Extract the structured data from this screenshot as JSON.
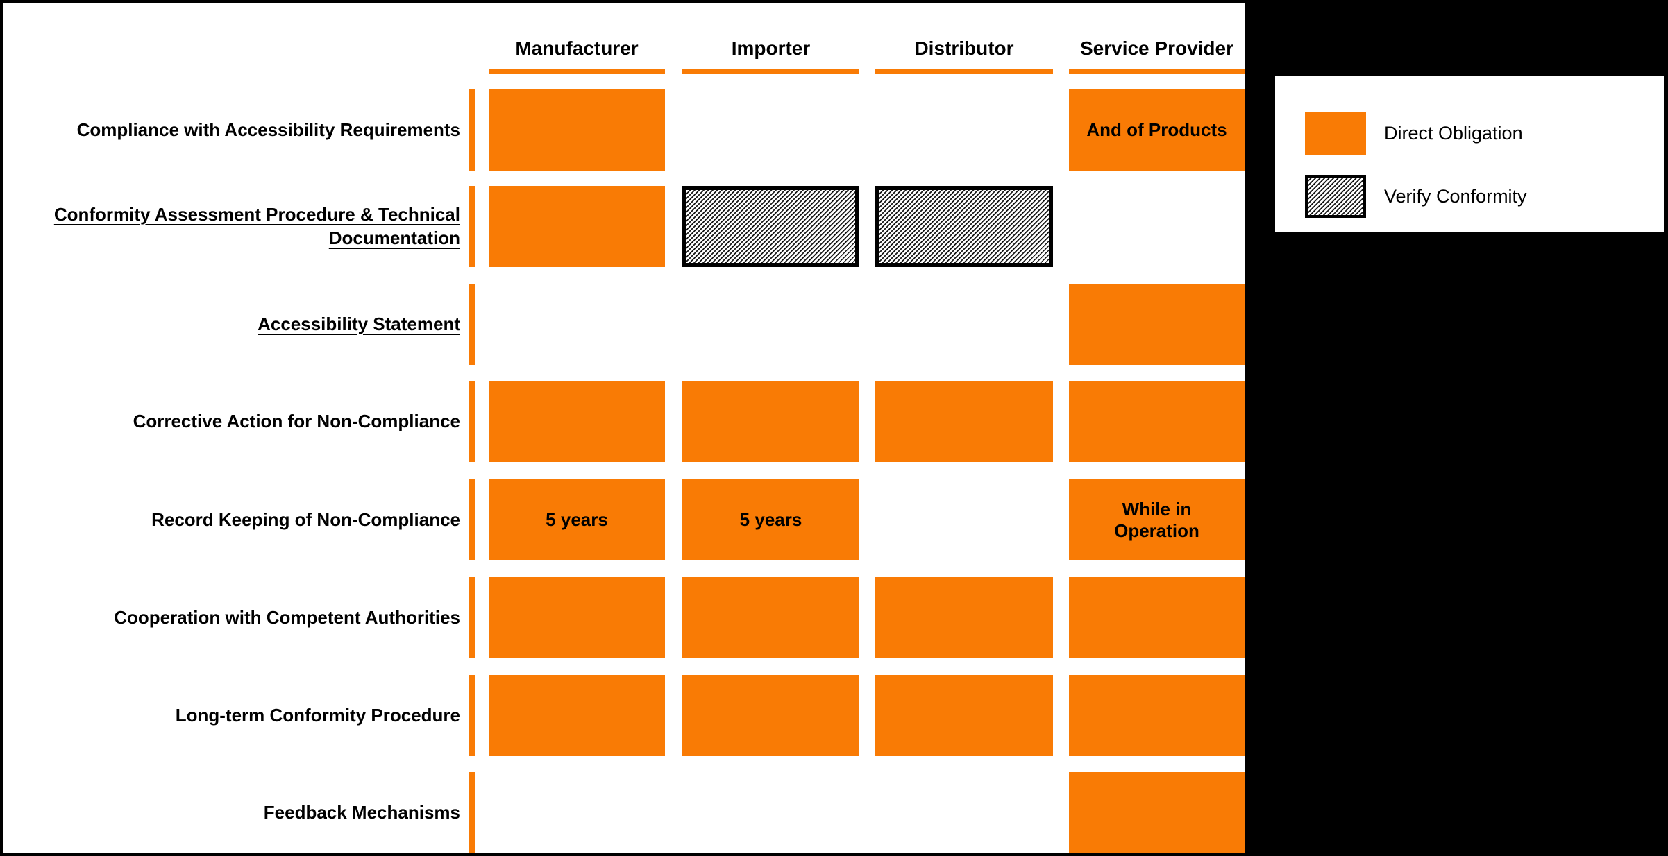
{
  "colors": {
    "accent_orange": "#F97B05",
    "hatch_line": "#1a1a1a",
    "surface_white": "#FFFFFF",
    "background_black": "#000000"
  },
  "matrix": {
    "columns": [
      "Manufacturer",
      "Importer",
      "Distributor",
      "Service Provider"
    ],
    "rows": [
      {
        "label": "Compliance with Accessibility Requirements",
        "underlined": false,
        "cells": [
          {
            "state": "direct",
            "text": ""
          },
          {
            "state": "none",
            "text": ""
          },
          {
            "state": "none",
            "text": ""
          },
          {
            "state": "direct",
            "text": "And of Products"
          }
        ]
      },
      {
        "label": "Conformity Assessment Procedure & Technical Documentation",
        "underlined": true,
        "cells": [
          {
            "state": "direct",
            "text": ""
          },
          {
            "state": "verify",
            "text": ""
          },
          {
            "state": "verify",
            "text": ""
          },
          {
            "state": "none",
            "text": ""
          }
        ]
      },
      {
        "label": "Accessibility Statement",
        "underlined": true,
        "cells": [
          {
            "state": "none",
            "text": ""
          },
          {
            "state": "none",
            "text": ""
          },
          {
            "state": "none",
            "text": ""
          },
          {
            "state": "direct",
            "text": ""
          }
        ]
      },
      {
        "label": "Corrective Action for Non-Compliance",
        "underlined": false,
        "cells": [
          {
            "state": "direct",
            "text": ""
          },
          {
            "state": "direct",
            "text": ""
          },
          {
            "state": "direct",
            "text": ""
          },
          {
            "state": "direct",
            "text": ""
          }
        ]
      },
      {
        "label": "Record Keeping of Non-Compliance",
        "underlined": false,
        "cells": [
          {
            "state": "direct",
            "text": "5 years"
          },
          {
            "state": "direct",
            "text": "5 years"
          },
          {
            "state": "none",
            "text": ""
          },
          {
            "state": "direct",
            "text": "While in\nOperation"
          }
        ]
      },
      {
        "label": "Cooperation with Competent Authorities",
        "underlined": false,
        "cells": [
          {
            "state": "direct",
            "text": ""
          },
          {
            "state": "direct",
            "text": ""
          },
          {
            "state": "direct",
            "text": ""
          },
          {
            "state": "direct",
            "text": ""
          }
        ]
      },
      {
        "label": "Long-term Conformity Procedure",
        "underlined": false,
        "cells": [
          {
            "state": "direct",
            "text": ""
          },
          {
            "state": "direct",
            "text": ""
          },
          {
            "state": "direct",
            "text": ""
          },
          {
            "state": "direct",
            "text": ""
          }
        ]
      },
      {
        "label": "Feedback Mechanisms",
        "underlined": false,
        "cells": [
          {
            "state": "none",
            "text": ""
          },
          {
            "state": "none",
            "text": ""
          },
          {
            "state": "none",
            "text": ""
          },
          {
            "state": "direct",
            "text": ""
          }
        ]
      }
    ]
  },
  "legend": {
    "items": [
      {
        "swatch": "direct",
        "label": "Direct Obligation"
      },
      {
        "swatch": "verify",
        "label": "Verify Conformity"
      }
    ]
  }
}
